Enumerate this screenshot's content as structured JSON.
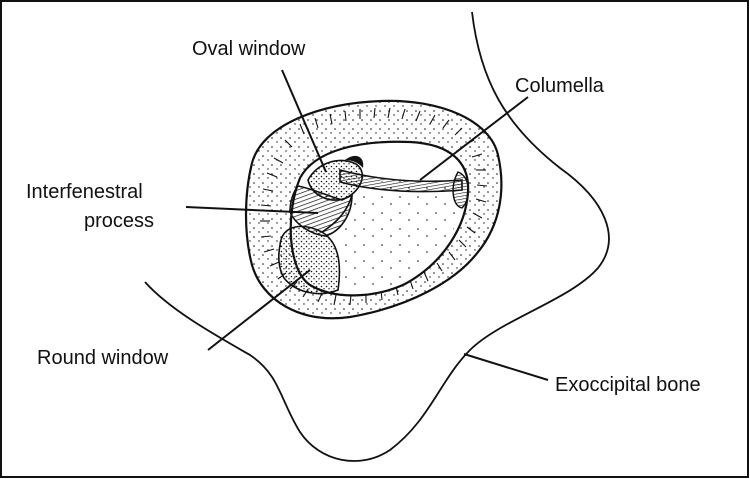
{
  "labels": {
    "oval_window": "Oval window",
    "columella": "Columella",
    "interfenestral_line1": "Interfenestral",
    "interfenestral_line2": "process",
    "round_window": "Round window",
    "exoccipital_bone": "Exoccipital bone"
  },
  "colors": {
    "ink": "#111111",
    "background": "#ffffff"
  }
}
